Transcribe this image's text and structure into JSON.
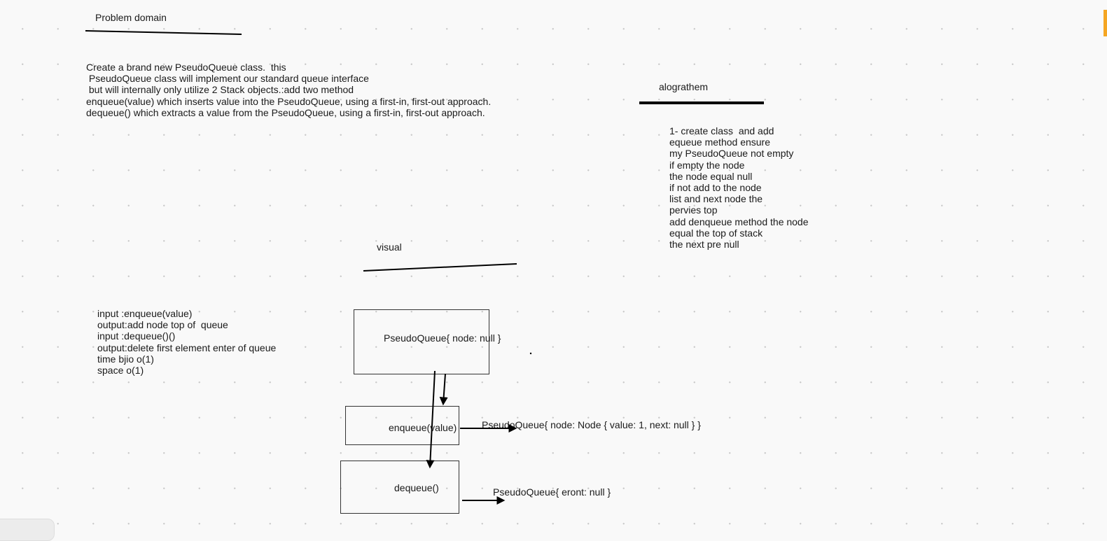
{
  "headings": {
    "problem": "Problem domain",
    "algorithm": "alograthem",
    "visual": "visual"
  },
  "problem_lines": [
    "Create a brand new PseudoQueue class.  this",
    " PseudoQueue class will implement our standard queue interface",
    " but will internally only utilize 2 Stack objects.:add two method",
    "enqueue(value) which inserts value into the PseudoQueue, using a first-in, first-out approach.",
    "dequeue() which extracts a value from the PseudoQueue, using a first-in, first-out approach."
  ],
  "algorithm_lines": [
    "1- create class  and add",
    "equeue method ensure",
    "my PseudoQueue not empty",
    "if empty the node",
    "the node equal null",
    "if not add to the node",
    "list and next node the",
    "pervies top",
    "add denqueue method the node",
    "equal the top of stack",
    "the next pre null"
  ],
  "io_lines": [
    "input :enqueue(value)",
    "output:add node top of  queue",
    "input :dequeue()()",
    "output:delete first element enter of queue",
    "time bjio o(1)",
    "space o(1)"
  ],
  "boxes": {
    "pseudoqueue": "PseudoQueue{ node: null }",
    "enqueue": "enqueue(value)",
    "dequeue": "dequeue()"
  },
  "results": {
    "enqueue": "PseudoQueue{ node: Node { value: 1, next: null } }",
    "dequeue": "PseudoQueue{ eront: null }"
  },
  "colors": {
    "accent": "#f5a623",
    "stroke": "#000000"
  }
}
